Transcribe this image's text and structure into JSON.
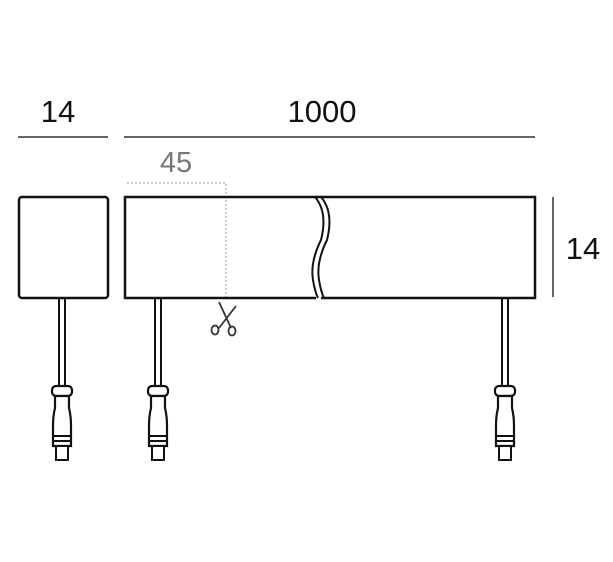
{
  "dimensions": {
    "end_cap_width": "14",
    "bar_length": "1000",
    "cut_interval": "45",
    "height": "14"
  },
  "icons": [
    "scissors-icon",
    "connector-icon"
  ]
}
